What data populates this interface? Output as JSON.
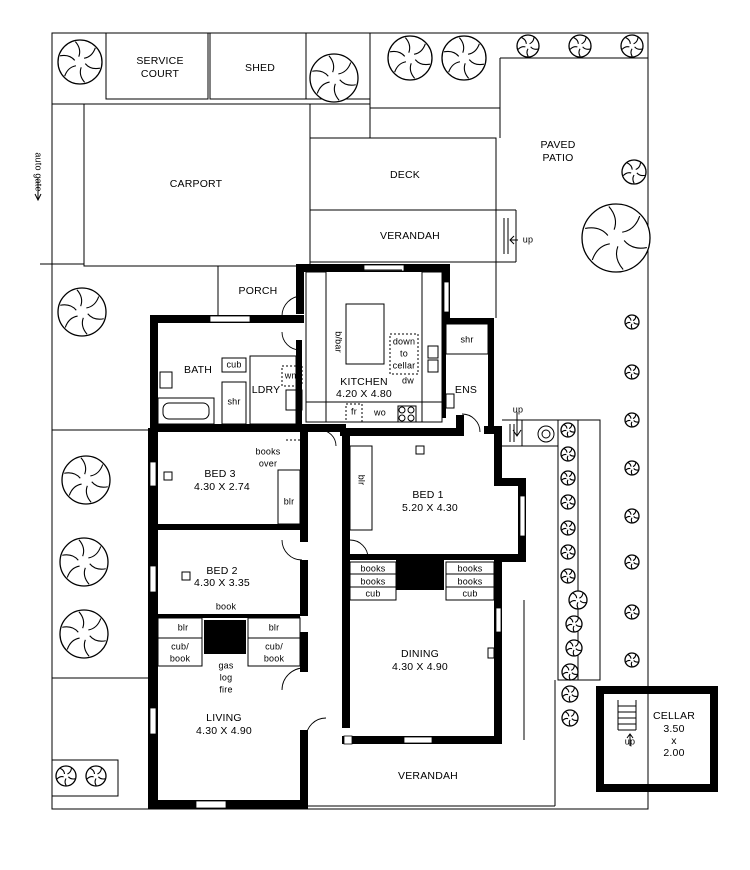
{
  "plan": {
    "outdoor": {
      "service_court": [
        "SERVICE",
        "COURT"
      ],
      "shed": "SHED",
      "carport": "CARPORT",
      "deck": "DECK",
      "verandah_top": "VERANDAH",
      "paved_patio": [
        "PAVED",
        "PATIO"
      ],
      "porch": "PORCH",
      "auto_gate": "auto gate",
      "up_labels": [
        "up",
        "up",
        "up"
      ],
      "verandah_bottom": "VERANDAH"
    },
    "rooms": {
      "kitchen": {
        "name": "KITCHEN",
        "dims": "4.20 x 4.80"
      },
      "bath": "BATH",
      "laundry": "LDRY",
      "ens": "ENS",
      "bed3": {
        "name": "BED 3",
        "dims": "4.30 x 2.74"
      },
      "bed1": {
        "name": "BED 1",
        "dims": "5.20 x 4.30"
      },
      "bed2": {
        "name": "BED 2",
        "dims": "4.30 x 3.35"
      },
      "dining": {
        "name": "DINING",
        "dims": "4.30 x 4.90"
      },
      "living": {
        "name": "LIVING",
        "dims": "4.30 x 4.90"
      },
      "cellar": {
        "name": "CELLAR",
        "dims": [
          "3.50",
          "x",
          "2.00"
        ]
      }
    },
    "fixtures": {
      "cub": "cub",
      "shr": "shr",
      "wm": "wm",
      "bbar": "b/bar",
      "down_to_cellar": [
        "down",
        "to",
        "cellar"
      ],
      "dw": "dw",
      "fr": "fr",
      "wo": "wo",
      "books_over": [
        "books",
        "over"
      ],
      "blr": "blr",
      "books": "books",
      "book": "book",
      "cub_book": [
        "cub/",
        "book"
      ],
      "gas_log_fire": [
        "gas",
        "log",
        "fire"
      ]
    }
  }
}
